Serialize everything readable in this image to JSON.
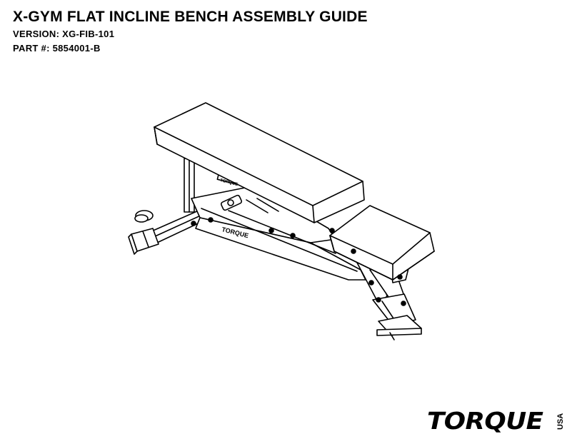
{
  "document": {
    "title": "X-GYM FLAT INCLINE BENCH ASSEMBLY GUIDE",
    "version": "VERSION: XG-FIB-101",
    "part_number": "PART #: 5854001-B"
  },
  "brand": {
    "wordmark": "TORQUE",
    "suffix": "USA",
    "frame_label": "TORQUE",
    "plate_label": "TORQUE"
  },
  "illustration": {
    "subject": "bench-line-drawing",
    "stroke_color": "#000000",
    "fill_color": "#ffffff"
  }
}
